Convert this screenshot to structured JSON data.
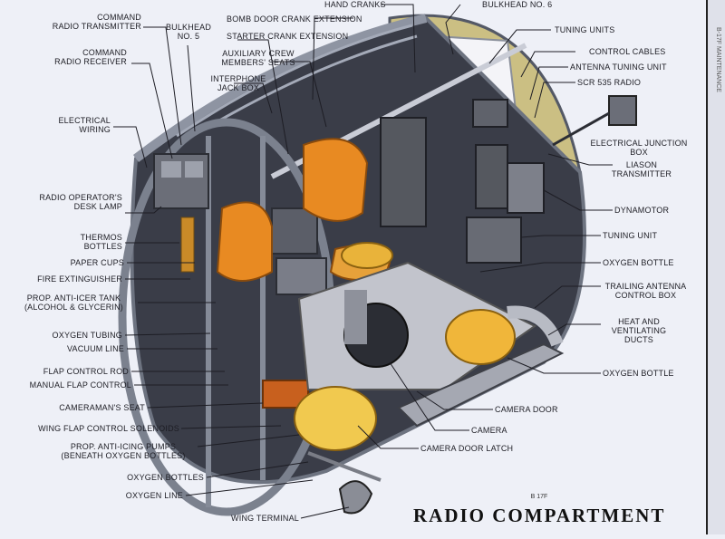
{
  "title": "RADIO COMPARTMENT",
  "figure_code": "B 17F",
  "edge_text": "B-17F MAINTENANCE",
  "colors": {
    "background": "#eef0f7",
    "hull_frame": "#6d7380",
    "hull_interior": "#3a3d48",
    "wall_tan": "#d7c88f",
    "seat_orange": "#e88a22",
    "oxygen_yellow": "#f0b63a",
    "leader_line": "#1d1d24"
  },
  "labels": {
    "command_radio_transmitter": "COMMAND\nRADIO TRANSMITTER",
    "bulkhead_5": "BULKHEAD\nNo. 5",
    "hand_cranks": "HAND CRANKS",
    "bomb_door_crank": "BOMB DOOR CRANK EXTENSION",
    "starter_crank": "STARTER CRANK EXTENSION",
    "bulkhead_6": "BULKHEAD No. 6",
    "tuning_units": "TUNING UNITS",
    "command_radio_receiver": "COMMAND\nRADIO RECEIVER",
    "auxiliary_crew_seats": "AUXILIARY CREW\nMEMBERS' SEATS",
    "control_cables": "CONTROL CABLES",
    "antenna_tuning_unit": "ANTENNA TUNING UNIT",
    "scr_535_radio": "SCR 535 RADIO",
    "interphone_jack_box": "INTERPHONE\nJACK BOX",
    "electrical_wiring": "ELECTRICAL\nWIRING",
    "electrical_junction_box": "ELECTRICAL JUNCTION\nBOX",
    "liason_transmitter": "LIASON\nTRANSMITTER",
    "radio_operator_lamp": "RADIO OPERATOR'S\nDESK LAMP",
    "dynamotor": "DYNAMOTOR",
    "thermos_bottles": "THERMOS\nBOTTLES",
    "tuning_unit": "TUNING UNIT",
    "paper_cups": "PAPER CUPS",
    "oxygen_bottle_1": "OXYGEN BOTTLE",
    "fire_extinguisher": "FIRE EXTINGUISHER",
    "trailing_antenna": "TRAILING ANTENNA\nCONTROL BOX",
    "prop_anticer_tank": "PROP. ANTI-ICER TANK\n(ALCOHOL & GLYCERIN)",
    "heat_ducts": "HEAT AND\nVENTILATING\nDUCTS",
    "oxygen_tubing": "OXYGEN TUBING",
    "vacuum_line": "VACUUM LINE",
    "oxygen_bottle_2": "OXYGEN BOTTLE",
    "flap_control_rod": "FLAP CONTROL ROD",
    "manual_flap_control": "MANUAL FLAP CONTROL",
    "cameramans_seat": "CAMERAMAN'S SEAT",
    "camera_door": "CAMERA DOOR",
    "wing_flap_solenoids": "WING FLAP CONTROL SOLENOIDS",
    "camera": "CAMERA",
    "prop_anticing_pumps": "PROP. ANTI-ICING PUMPS\n(BENEATH OXYGEN BOTTLES)",
    "camera_door_latch": "CAMERA DOOR LATCH",
    "oxygen_bottles": "OXYGEN BOTTLES",
    "oxygen_line": "OXYGEN LINE",
    "wing_terminal": "WING TERMINAL"
  }
}
